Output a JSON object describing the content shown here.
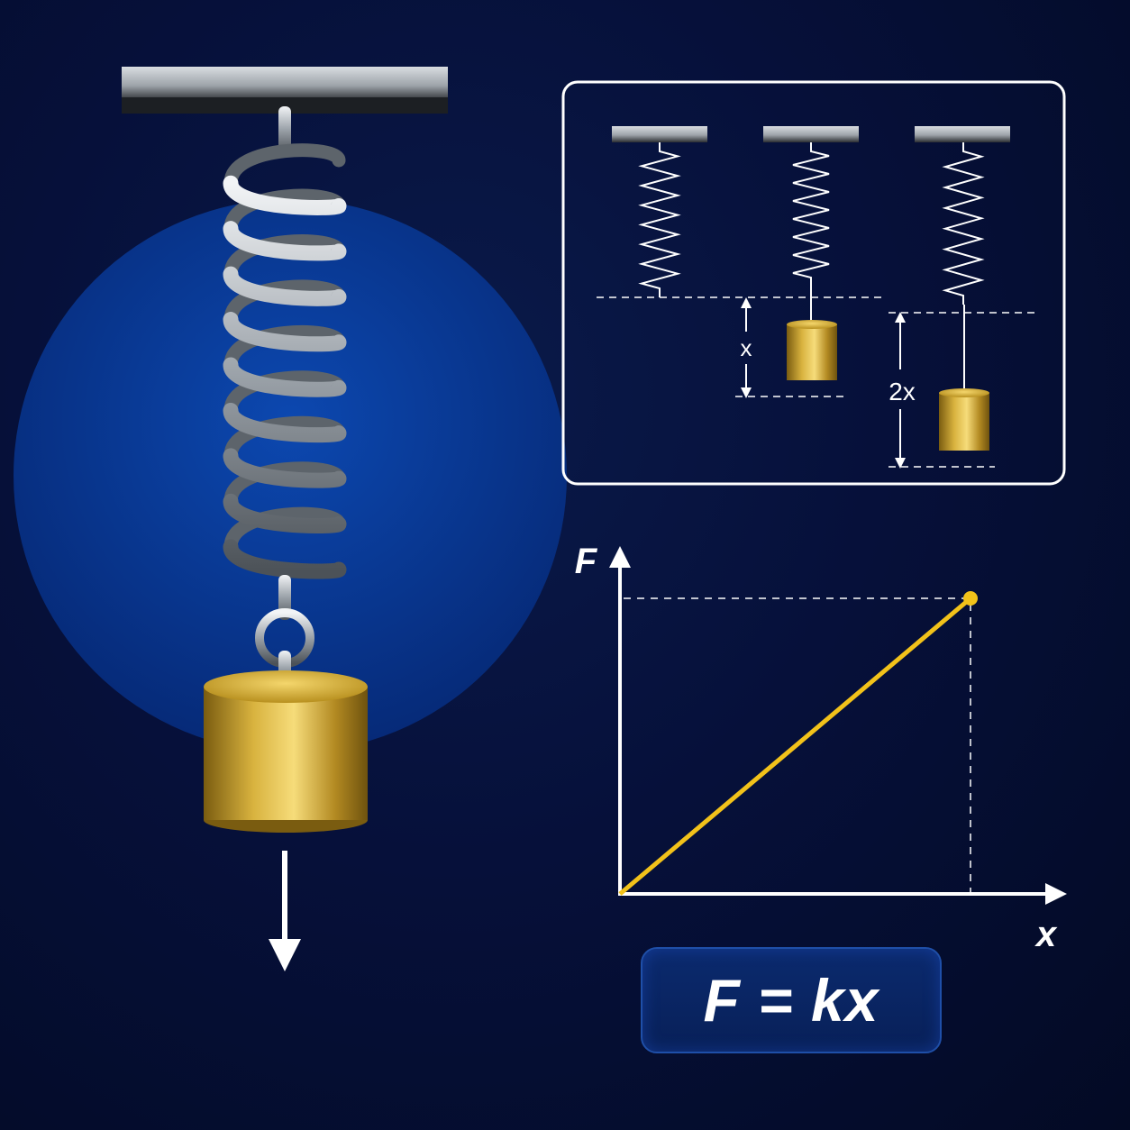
{
  "inset": {
    "labels": {
      "single": "x",
      "double": "2x"
    },
    "colors": {
      "frame": "#ffffff",
      "weight": "#c9a227"
    }
  },
  "graph": {
    "y_label": "F",
    "x_label": "x",
    "line_color": "#f2c21a"
  },
  "chart_data": {
    "type": "line",
    "series": [
      {
        "x": [
          0,
          1
        ],
        "y": [
          0,
          1
        ]
      }
    ],
    "xlabel": "x",
    "ylabel": "F",
    "grid": false
  },
  "formula": {
    "text": "F = kx"
  },
  "colors": {
    "background": "#030a24",
    "circle": "#0a3c9a",
    "accent": "#f2c21a",
    "weight": "#c9a227",
    "steel": "#aeb4ba"
  }
}
